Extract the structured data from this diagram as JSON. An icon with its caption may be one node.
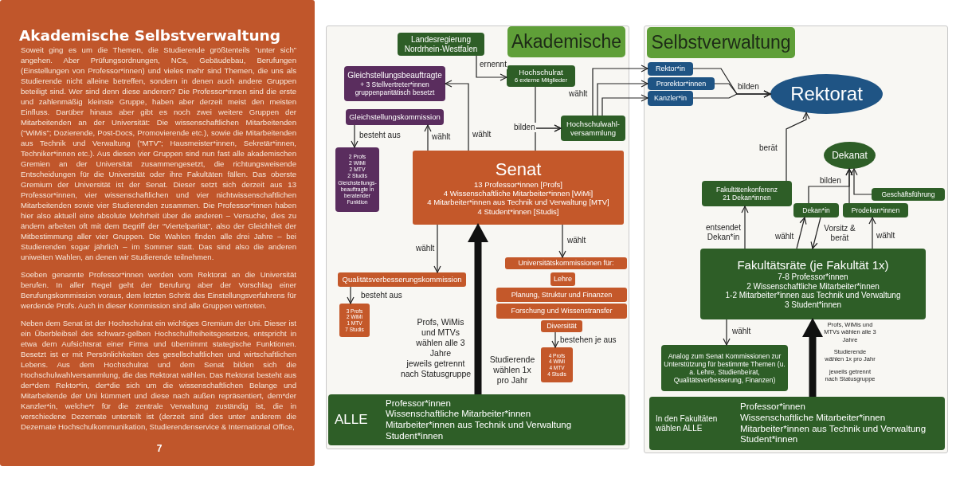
{
  "diagram": {
    "title": "Akademische Selbstverwaltung",
    "nodes": [
      {
        "text": [
          "Landesregierung Nordrhein-Westfalen"
        ]
      },
      {
        "text": [
          "Akademische"
        ]
      },
      {
        "text": [
          "Gleichstellungsbeauftragte",
          "+ 3 Stellvertreter*innen gruppenparitätisch besetzt"
        ]
      },
      {
        "text": [
          "Hochschulrat",
          "6 externe Mitglieder"
        ]
      },
      {
        "text": [
          "Gleichstellungskommission"
        ]
      },
      {
        "text": [
          "Hochschulwahl- versammlung"
        ]
      },
      {
        "text": [
          "2 Profs",
          "2 WiMi",
          "2 MTV",
          "2 Studis",
          "Gleichstellungs- beauftragte in beratender Funktion"
        ]
      },
      {
        "text": [
          "Senat",
          "13 Professor*innen [Profs]",
          "4 Wissenschaftliche Mitarbeiter*innen [WiMi]",
          "4 Mitarbeiter*innen aus Technik und Verwaltung [MTV]",
          "4 Student*innen [Studis]"
        ]
      },
      {
        "text": [
          "Qualitätsverbesserungskommission"
        ]
      },
      {
        "text": [
          "Universitätskommissionen für:"
        ]
      },
      {
        "text": [
          "Lehre"
        ]
      },
      {
        "text": [
          "Planung, Struktur und Finanzen"
        ]
      },
      {
        "text": [
          "Forschung und Wissenstransfer"
        ]
      },
      {
        "text": [
          "Diversität"
        ]
      },
      {
        "text": [
          "3 Profs",
          "2 WiMi",
          "1 MTV",
          "7 Studis"
        ]
      },
      {
        "text": [
          "4 Profs",
          "4 WiMi",
          "4 MTV",
          "4 Studis"
        ]
      },
      {
        "text": [
          "ALLE",
          "Professor*innen",
          "Wissenschaftliche Mitarbeiter*innen",
          "Mitarbeiter*innen aus Technik und Verwaltung",
          "Student*innen"
        ]
      },
      {
        "text": [
          "Selbstverwaltung"
        ]
      },
      {
        "text": [
          "Rektor*in"
        ]
      },
      {
        "text": [
          "Prorektor*innen"
        ]
      },
      {
        "text": [
          "Kanzler*in"
        ]
      },
      {
        "text": [
          "Rektorat"
        ]
      },
      {
        "text": [
          "Dekanat"
        ]
      },
      {
        "text": [
          "Fakultätenkonferenz",
          "21 Dekan*innen"
        ]
      },
      {
        "text": [
          "Geschäftsführung"
        ]
      },
      {
        "text": [
          "Dekan*in"
        ]
      },
      {
        "text": [
          "Prodekan*innen"
        ]
      },
      {
        "text": [
          "Fakultätsräte (je Fakultät 1x)",
          "7-8 Professor*innen",
          "2 Wissenschaftliche Mitarbeiter*innen",
          "1-2 Mitarbeiter*innen aus Technik und Verwaltung",
          "3 Student*innen"
        ]
      },
      {
        "text": [
          "Analog zum Senat Kommissionen zur Unterstützung für bestimmte Themen (u. a. Lehre, Studienbeirat, Qualitätsverbesserung, Finanzen)"
        ]
      },
      {
        "text": [
          "In den Fakultäten wählen ALLE",
          "Professor*innen",
          "Wissenschaftliche Mitarbeiter*innen",
          "Mitarbeiter*innen aus Technik und Verwaltung",
          "Student*innen"
        ]
      }
    ],
    "edges": [
      {
        "from": 0,
        "to": 3,
        "arrow": "to",
        "label": "ernennt"
      },
      {
        "from": 3,
        "to": 5,
        "arrow": "to",
        "label": "bilden"
      },
      {
        "from": 7,
        "to": 5,
        "arrow": "to"
      },
      {
        "from": 5,
        "to": 18,
        "arrow": "to"
      },
      {
        "from": 5,
        "to": 19,
        "arrow": "to",
        "label": "wählt"
      },
      {
        "from": 5,
        "to": 20,
        "arrow": "to"
      },
      {
        "from": 7,
        "to": 2,
        "arrow": "to",
        "label": "wählt"
      },
      {
        "from": 7,
        "to": 4,
        "arrow": "to",
        "label": "wählt"
      },
      {
        "from": 4,
        "to": 6,
        "arrow": "to",
        "label": "besteht aus"
      },
      {
        "from": 7,
        "to": 8,
        "arrow": "to",
        "label": "wählt"
      },
      {
        "from": 7,
        "to": 9,
        "arrow": "to",
        "label": "wählt"
      },
      {
        "from": 8,
        "to": 14,
        "arrow": "to",
        "label": "besteht aus"
      },
      {
        "from": 13,
        "to": 15,
        "arrow": "to",
        "label": "bestehen je aus"
      },
      {
        "from": 16,
        "to": 7,
        "arrow": "to",
        "style": "thick"
      },
      {
        "from": 18,
        "to": 21,
        "arrow": "to"
      },
      {
        "from": 19,
        "to": 21,
        "arrow": "to",
        "label": "bilden"
      },
      {
        "from": 20,
        "to": 21,
        "arrow": "to"
      },
      {
        "from": 23,
        "to": 21,
        "arrow": "to",
        "label": "berät"
      },
      {
        "from": 25,
        "to": 22,
        "arrow": "to",
        "label": "bilden"
      },
      {
        "from": 26,
        "to": 22,
        "arrow": "to"
      },
      {
        "from": 24,
        "to": 22,
        "arrow": "to"
      },
      {
        "from": 27,
        "to": 23,
        "arrow": "to",
        "label": "entsendet Dekan*in"
      },
      {
        "from": 27,
        "to": 25,
        "arrow": "to",
        "label": "wählt"
      },
      {
        "from": 25,
        "to": 27,
        "arrow": "to",
        "label": "Vorsitz & berät"
      },
      {
        "from": 27,
        "to": 26,
        "arrow": "to",
        "label": "wählt"
      },
      {
        "from": 27,
        "to": 28,
        "arrow": "to",
        "label": "wählt"
      },
      {
        "from": 29,
        "to": 27,
        "arrow": "to",
        "style": "thick"
      }
    ],
    "labels": [
      "Soweit ging es um die Themen, die Studierende größtenteils “unter sich” angehen. Aber Prüfungsordnungen, NCs, Gebäudebau, Berufungen (Einstellungen von Professor*innen) und vieles mehr sind Themen, die uns als Studierende nicht alleine betreffen, sondern in denen auch andere Gruppen beteiligt sind. Wer sind denn diese anderen? Die Professor*innen sind die erste und zahlenmäßig kleinste Gruppe, haben aber derzeit meist den meisten Einfluss. Darüber hinaus aber gibt es noch zwei weitere Gruppen der Mitarbeitenden an der Universität: Die wissenschaftlichen Mitarbeitenden (“WiMis”; Dozierende, Post-Docs, Promovierende etc.), sowie die Mitarbeitenden aus Technik und Verwaltung (“MTV”; Hausmeister*innen, Sekretär*innen, Techniker*innen etc.). Aus diesen vier Gruppen sind nun fast alle akademischen Gremien an der Universität zusammengesetzt, die richtungsweisende Entscheidungen für die Universität oder ihre Fakultäten fällen. Das oberste Gremium der Universität ist der Senat. Dieser setzt sich derzeit aus 13 Professor*innen, vier wissenschaftlichen und vier nichtwissenschaftlichen Mitarbeitenden sowie vier Studierenden zusammen. Die Professor*innen haben hier also aktuell eine absolute Mehrheit über die anderen – Versuche, dies zu ändern arbeiten oft mit dem Begriff der “Viertelparität”, also der Gleichheit der Mitbestimmung aller vier Gruppen. Die Wahlen finden alle drei Jahre – bei Studierenden sogar jährlich – im Sommer statt. Das sind also die anderen uniweiten Wahlen, an denen wir Studierende teilnehmen.",
      "Soeben genannte Professor*innen werden vom Rektorat an die Universität berufen. In aller Regel geht der Berufung aber der Vorschlag einer Berufungskommission voraus, dem letzten Schritt des Einstellungsverfahrens für werdende Profs. Auch in dieser Kommission sind alle Gruppen vertreten.",
      "Neben dem Senat ist der Hochschulrat ein wichtiges Gremium der Uni. Dieser ist ein Überbleibsel des schwarz-gelben Hochschulfreiheitsgesetzes, entspricht in etwa dem Aufsichtsrat einer Firma und übernimmt stategische Funktionen. Besetzt ist er mit Persönlichkeiten des gesellschaftlichen und wirtschaftlichen Lebens. Aus dem Hochschulrat und dem Senat bilden sich die Hochschulwahlversammlung, die das Rektorat wählen. Das Rektorat besteht aus der*dem Rektor*in, der*die sich um die wissenschaftlichen Belange und Mitarbeitende der Uni kümmert und diese nach außen repräsentiert, dem*der Kanzler*in, welche*r für die zentrale Verwaltung zuständig ist, die in verschiedene Dezernate unterteilt ist (derzeit sind dies unter anderem die Dezernate Hochschulkommunikation, Studierendenservice & International Office,",
      "7",
      "Profs, WiMis und MTVs wählen alle 3 Jahre",
      "jeweils getrennt nach Statusgruppe",
      "Studierende wählen 1x pro Jahr",
      "Profs, WiMis und MTVs wählen alle 3 Jahre",
      "Studierende wählen 1x pro Jahr",
      "jeweils getrennt nach Statusgruppe"
    ]
  }
}
